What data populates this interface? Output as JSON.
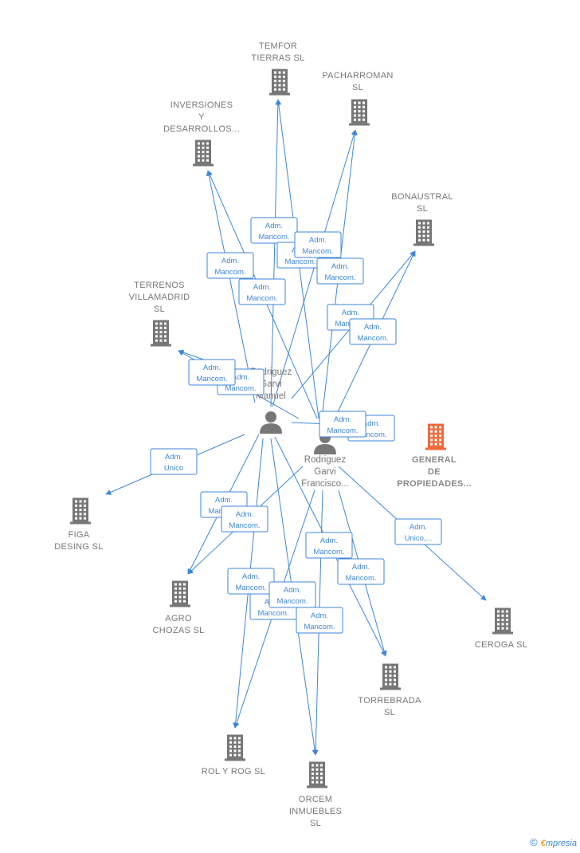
{
  "colors": {
    "edge": "#3d86d8",
    "company": "#777777",
    "focus_company": "#f2683a",
    "person": "#777777",
    "label": "#777777"
  },
  "persons": [
    {
      "id": "p1",
      "icon": "person-icon",
      "lines": [
        "Rodriguez",
        "Garvi",
        "Manuel"
      ]
    },
    {
      "id": "p2",
      "icon": "person-icon",
      "lines": [
        "Rodriguez",
        "Garvi",
        "Francisco..."
      ]
    }
  ],
  "companies": [
    {
      "id": "temfor",
      "icon": "building-icon",
      "lines": [
        "TEMFOR",
        "TIERRAS SL"
      ]
    },
    {
      "id": "pacharroman",
      "icon": "building-icon",
      "lines": [
        "PACHARROMAN",
        "SL"
      ]
    },
    {
      "id": "inversiones",
      "icon": "building-icon",
      "lines": [
        "INVERSIONES",
        "Y",
        "DESARROLLOS..."
      ]
    },
    {
      "id": "bonaustral",
      "icon": "building-icon",
      "lines": [
        "BONAUSTRAL",
        "SL"
      ]
    },
    {
      "id": "terrenos",
      "icon": "building-icon",
      "lines": [
        "TERRENOS",
        "VILLAMADRID",
        "SL"
      ]
    },
    {
      "id": "general",
      "icon": "building-icon",
      "focus": true,
      "lines": [
        "GENERAL",
        "DE",
        "PROPIEDADES..."
      ]
    },
    {
      "id": "figa",
      "icon": "building-icon",
      "lines": [
        "FIGA",
        "DESING SL"
      ]
    },
    {
      "id": "agro",
      "icon": "building-icon",
      "lines": [
        "AGRO",
        "CHOZAS SL"
      ]
    },
    {
      "id": "ceroga",
      "icon": "building-icon",
      "lines": [
        "CEROGA SL"
      ]
    },
    {
      "id": "torrebrada",
      "icon": "building-icon",
      "lines": [
        "TORREBRADA",
        "SL"
      ]
    },
    {
      "id": "rolyrog",
      "icon": "building-icon",
      "lines": [
        "ROL Y ROG SL"
      ]
    },
    {
      "id": "orcem",
      "icon": "building-icon",
      "lines": [
        "ORCEM",
        "INMUEBLES",
        "SL"
      ]
    }
  ],
  "edges": [
    {
      "from": "p1",
      "to": "temfor",
      "lines": [
        "Adm.",
        "Mancom."
      ]
    },
    {
      "from": "p2",
      "to": "temfor",
      "lines": [
        "Adm.",
        "Mancom."
      ]
    },
    {
      "from": "p1",
      "to": "pacharroman",
      "lines": [
        "Adm.",
        "Mancom."
      ]
    },
    {
      "from": "p2",
      "to": "pacharroman",
      "lines": [
        "Adm.",
        "Mancom."
      ]
    },
    {
      "from": "p1",
      "to": "inversiones",
      "lines": [
        "Adm.",
        "Mancom."
      ]
    },
    {
      "from": "p2",
      "to": "inversiones",
      "lines": [
        "Adm.",
        "Mancom."
      ]
    },
    {
      "from": "p1",
      "to": "bonaustral",
      "lines": [
        "Adm.",
        "Mancom."
      ]
    },
    {
      "from": "p2",
      "to": "bonaustral",
      "lines": [
        "Adm.",
        "Mancom."
      ]
    },
    {
      "from": "p1",
      "to": "terrenos",
      "lines": [
        "Adm.",
        "Mancom."
      ]
    },
    {
      "from": "p2",
      "to": "terrenos",
      "lines": [
        "Adm.",
        "Mancom."
      ]
    },
    {
      "from": "p1",
      "to": "general",
      "lines": [
        "Adm.",
        "Mancom."
      ]
    },
    {
      "from": "p2",
      "to": "general",
      "lines": [
        "Adm.",
        "Mancom."
      ]
    },
    {
      "from": "p1",
      "to": "figa",
      "lines": [
        "Adm.",
        "Unico"
      ]
    },
    {
      "from": "p1",
      "to": "agro",
      "lines": [
        "Adm.",
        "Mancom."
      ]
    },
    {
      "from": "p2",
      "to": "agro",
      "lines": [
        "Adm.",
        "Mancom."
      ]
    },
    {
      "from": "p2",
      "to": "ceroga",
      "lines": [
        "Adm.",
        "Unico,..."
      ]
    },
    {
      "from": "p1",
      "to": "torrebrada",
      "lines": [
        "Adm.",
        "Mancom."
      ]
    },
    {
      "from": "p2",
      "to": "torrebrada",
      "lines": [
        "Adm.",
        "Mancom."
      ]
    },
    {
      "from": "p1",
      "to": "rolyrog",
      "lines": [
        "Adm.",
        "Mancom."
      ]
    },
    {
      "from": "p2",
      "to": "rolyrog",
      "lines": [
        "Adm.",
        "Mancom."
      ]
    },
    {
      "from": "p1",
      "to": "orcem",
      "lines": [
        "Adm.",
        "Mancom."
      ]
    },
    {
      "from": "p2",
      "to": "orcem",
      "lines": [
        "Adm.",
        "Mancom."
      ]
    }
  ],
  "brand": {
    "copyright": "©",
    "first_letter": "€",
    "rest": "mpresia"
  }
}
